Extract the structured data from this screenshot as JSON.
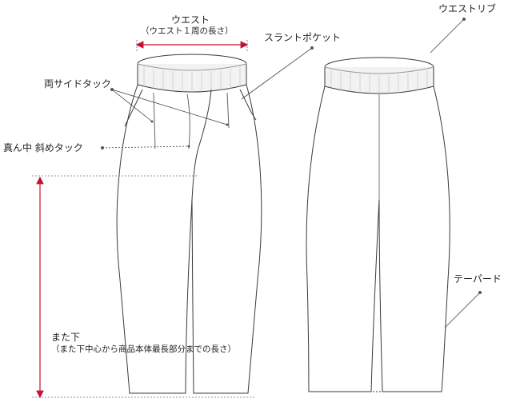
{
  "labels": {
    "waist": "ウエスト",
    "waist_note": "（ウエスト１周の長さ）",
    "slant_pocket": "スラントポケット",
    "both_side_tuck": "両サイドタック",
    "center_diagonal_tuck": "真ん中 斜めタック",
    "inseam": "また下",
    "inseam_note": "（また下中心から商品本体最長部分までの長さ）",
    "waist_rib": "ウエストリブ",
    "tapered": "テーパード"
  },
  "colors": {
    "measure_line": "#c8102e",
    "outline": "#3a3a3a",
    "leader": "#444444"
  }
}
